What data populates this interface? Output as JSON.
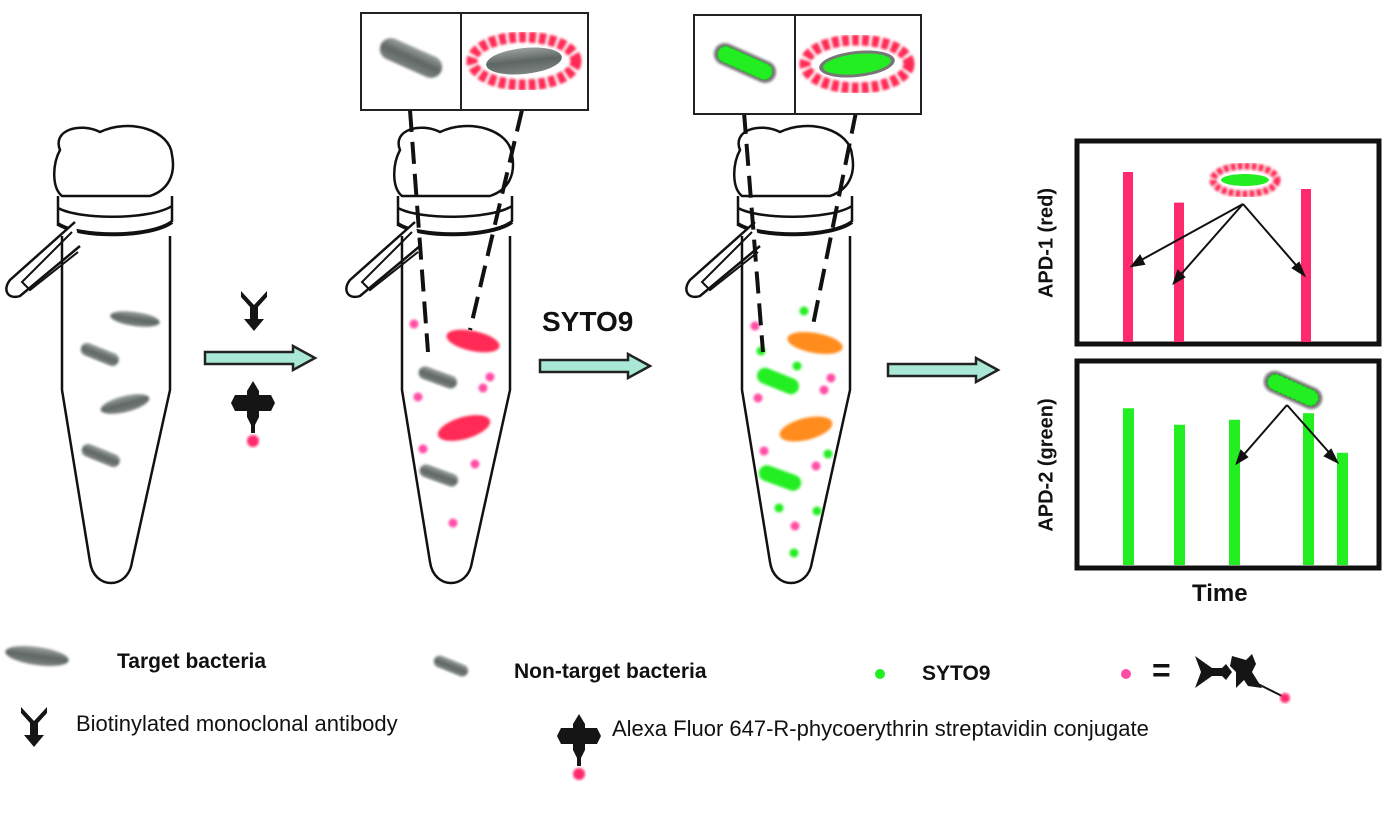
{
  "steps": {
    "step2_reagent_arrow_label": "",
    "step3_arrow_label": "SYTO9"
  },
  "plots": {
    "top": {
      "ylabel": "APD-1 (red)",
      "color": "#ff2a6d",
      "bars": [
        1.0,
        0.82,
        0.9
      ]
    },
    "bottom": {
      "ylabel": "APD-2 (green)",
      "color": "#22ee22",
      "bars": [
        0.95,
        0.85,
        0.88,
        0.92,
        0.68
      ]
    },
    "xlabel": "Time"
  },
  "legend": {
    "target_bacteria": "Target bacteria",
    "non_target_bacteria": "Non-target bacteria",
    "syto9": "SYTO9",
    "equals": "=",
    "antibody": "Biotinylated monoclonal antibody",
    "conjugate": "Alexa Fluor 647-R-phycoerythrin streptavidin conjugate"
  },
  "colors": {
    "arrow_fill": "#a8e8d4",
    "pink_dot": "#ff4da6",
    "red_label": "#ff2a55",
    "orange": "#ff8c1a",
    "green": "#22ee22",
    "grey": "#6f7673"
  }
}
